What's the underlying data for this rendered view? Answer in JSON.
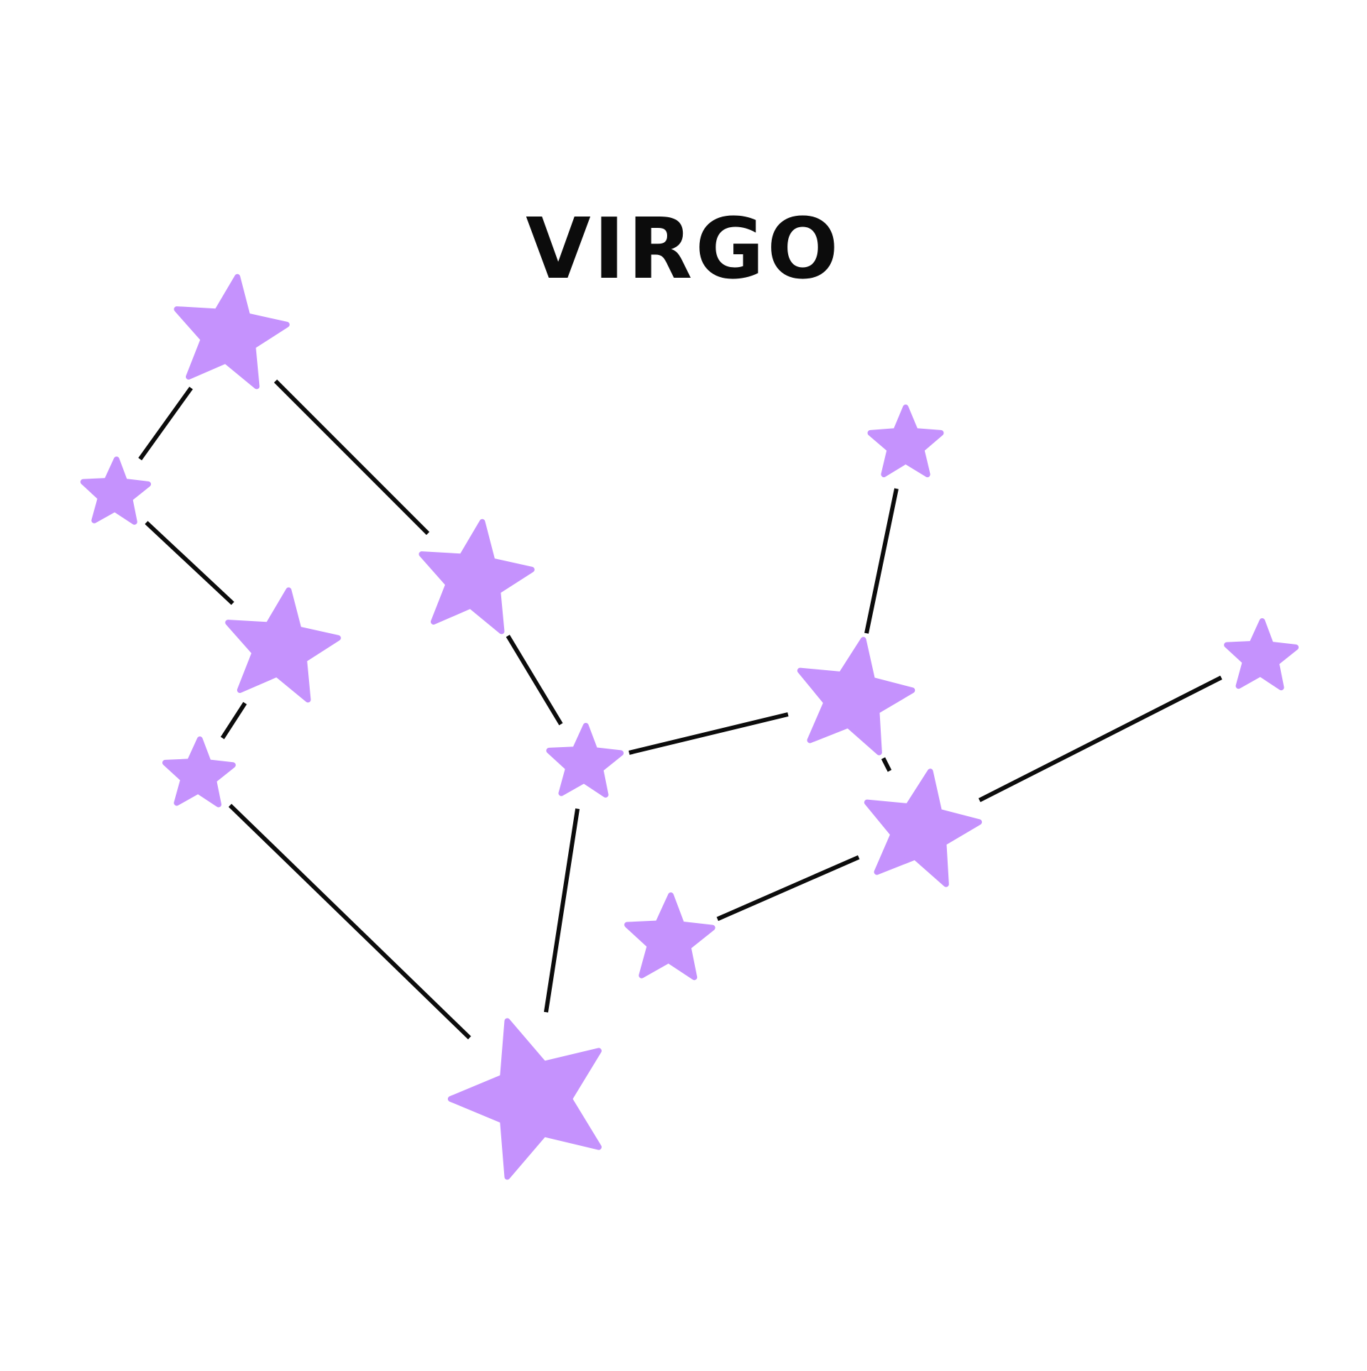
{
  "title": "VIRGO",
  "colors": {
    "background": "#ffffff",
    "star": "#c592fd",
    "line": "#0c0c0c",
    "title": "#0c0c0c"
  },
  "stars": [
    {
      "name": "star-top-left"
    },
    {
      "name": "star-left-small"
    },
    {
      "name": "star-left-mid"
    },
    {
      "name": "star-left-lower"
    },
    {
      "name": "star-center-upper"
    },
    {
      "name": "star-center"
    },
    {
      "name": "star-bottom-large"
    },
    {
      "name": "star-right-top"
    },
    {
      "name": "star-right-mid"
    },
    {
      "name": "star-right-center"
    },
    {
      "name": "star-far-right"
    },
    {
      "name": "star-bottom-right"
    }
  ],
  "connections": [
    [
      "star-top-left",
      "star-left-small"
    ],
    [
      "star-top-left",
      "star-center-upper"
    ],
    [
      "star-left-small",
      "star-left-mid"
    ],
    [
      "star-left-mid",
      "star-left-lower"
    ],
    [
      "star-left-lower",
      "star-bottom-large"
    ],
    [
      "star-center-upper",
      "star-center"
    ],
    [
      "star-center",
      "star-bottom-large"
    ],
    [
      "star-center",
      "star-right-mid"
    ],
    [
      "star-right-top",
      "star-right-mid"
    ],
    [
      "star-right-mid",
      "star-right-center"
    ],
    [
      "star-right-center",
      "star-far-right"
    ],
    [
      "star-right-center",
      "star-bottom-right"
    ]
  ]
}
